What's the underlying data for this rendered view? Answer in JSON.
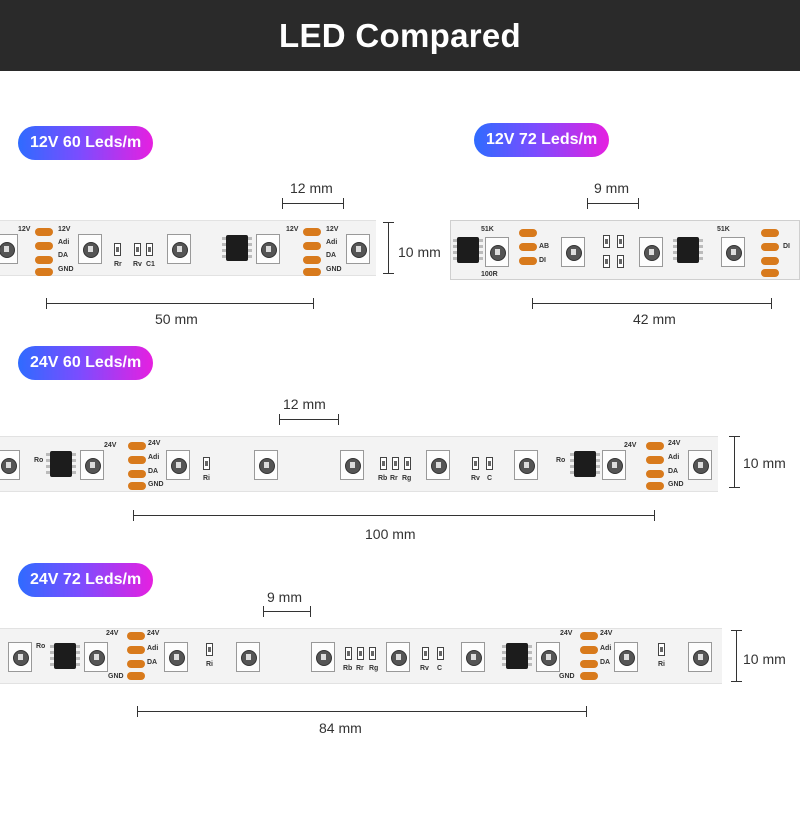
{
  "header": {
    "title": "LED Compared"
  },
  "sections": [
    {
      "label": "12V 60 Leds/m",
      "spacing": "12 mm",
      "width": "10 mm",
      "segment": "50 mm"
    },
    {
      "label": "12V 72 Leds/m",
      "spacing": "9 mm",
      "segment": "42 mm"
    },
    {
      "label": "24V 60 Leds/m",
      "spacing": "12 mm",
      "width": "10 mm",
      "segment": "100 mm"
    },
    {
      "label": "24V 72 Leds/m",
      "spacing": "9 mm",
      "width": "10 mm",
      "segment": "84 mm"
    }
  ],
  "pcb_labels": {
    "v12": "12V",
    "v24": "24V",
    "adi": "Adi",
    "da": "DA",
    "gnd": "GND",
    "rr": "Rr",
    "rv": "Rv",
    "c1": "C1",
    "ri": "Ri",
    "rb": "Rb",
    "rg": "Rg",
    "c": "C",
    "ro": "Ro",
    "ab": "AB",
    "di": "DI",
    "k51": "51K",
    "r100": "100R"
  }
}
